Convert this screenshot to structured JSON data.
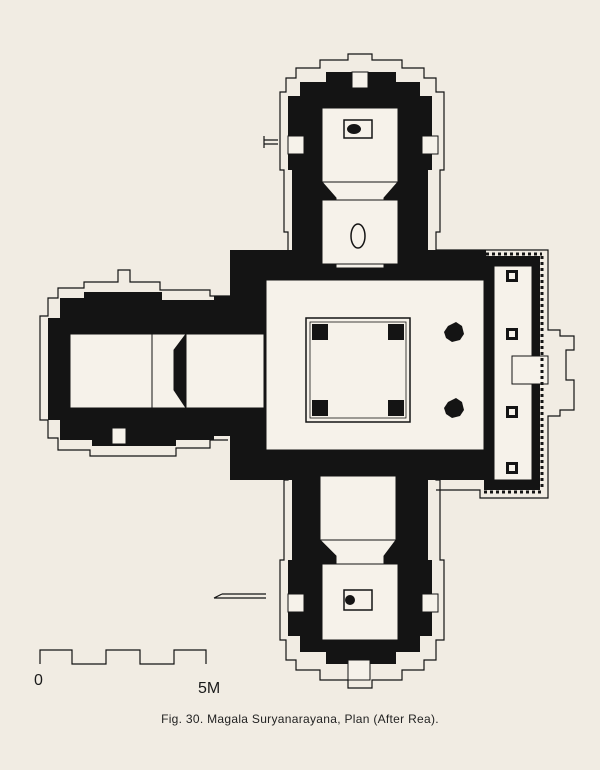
{
  "figure": {
    "caption": "Fig. 30. Magala Suryanarayana, Plan (After Rea).",
    "scale_bar": {
      "start_label": "0",
      "end_label": "5M"
    },
    "colors": {
      "paper": "#f1ece3",
      "ink": "#141414",
      "hall_floor": "#f6f2ea"
    }
  }
}
